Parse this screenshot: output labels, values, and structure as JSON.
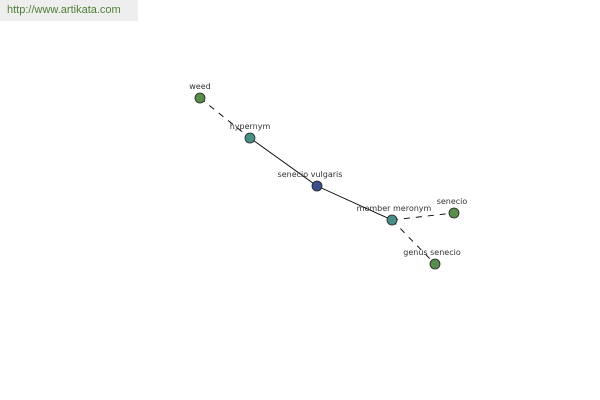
{
  "header": {
    "url_text": "http://www.artikata.com"
  },
  "colors": {
    "node_green": "#5a8d4c",
    "node_teal": "#4a8f86",
    "node_center": "#3c4f8c",
    "node_stroke": "#222222",
    "edge": "#000000"
  },
  "graph": {
    "nodes": [
      {
        "id": "weed",
        "label": "weed",
        "kind": "green"
      },
      {
        "id": "hypernym",
        "label": "hypernym",
        "kind": "teal"
      },
      {
        "id": "senecio-vulgaris",
        "label": "senecio vulgaris",
        "kind": "center"
      },
      {
        "id": "member-meronym",
        "label": "member meronym",
        "kind": "teal"
      },
      {
        "id": "senecio",
        "label": "senecio",
        "kind": "green"
      },
      {
        "id": "genus-senecio",
        "label": "genus senecio",
        "kind": "green"
      }
    ],
    "edges": [
      {
        "from": "weed",
        "to": "hypernym",
        "style": "dashed"
      },
      {
        "from": "hypernym",
        "to": "senecio-vulgaris",
        "style": "solid"
      },
      {
        "from": "senecio-vulgaris",
        "to": "member-meronym",
        "style": "solid"
      },
      {
        "from": "member-meronym",
        "to": "senecio",
        "style": "dashed"
      },
      {
        "from": "member-meronym",
        "to": "genus-senecio",
        "style": "dashed"
      }
    ]
  }
}
